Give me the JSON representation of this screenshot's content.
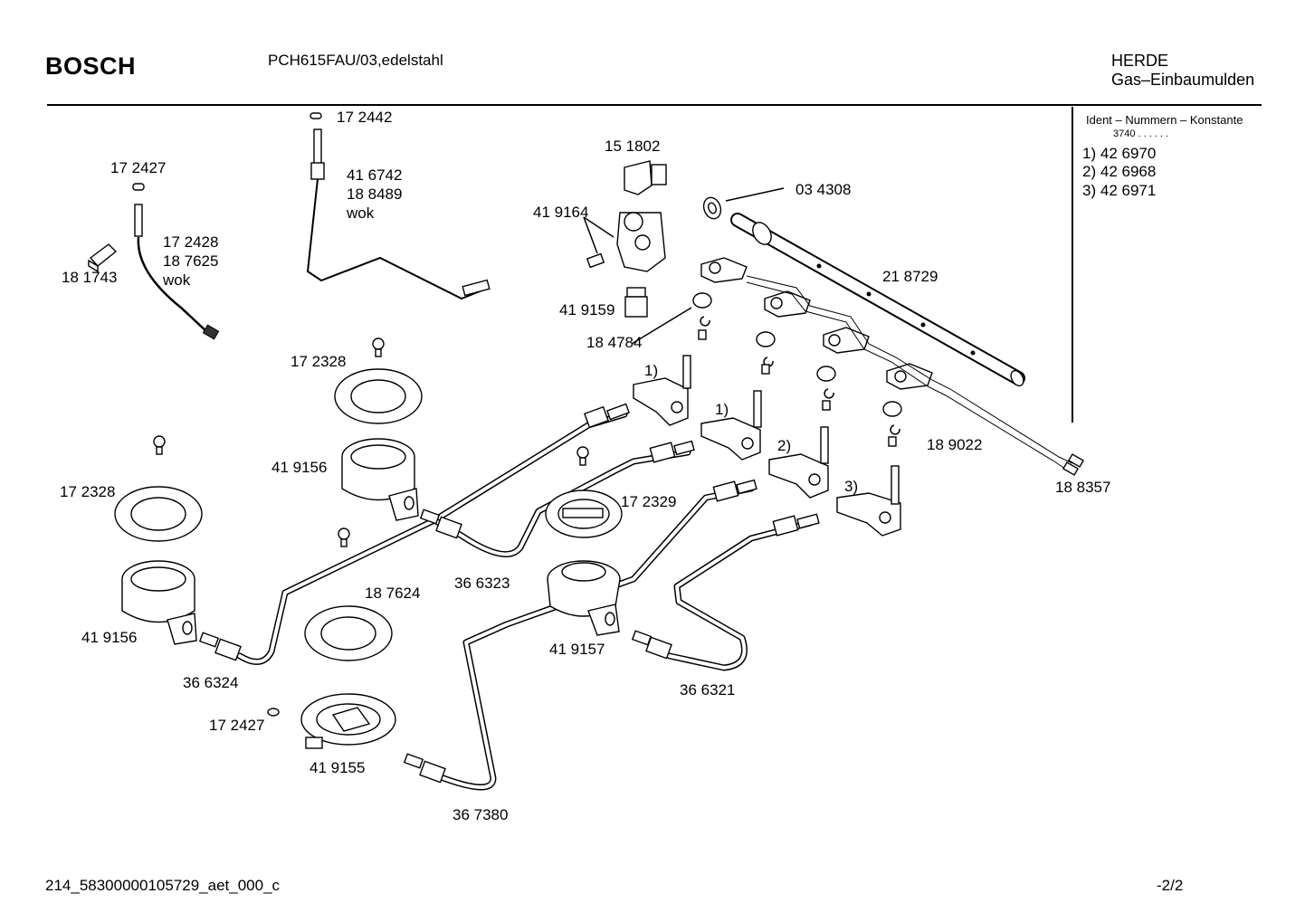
{
  "header": {
    "brand": "BOSCH",
    "model": "PCH615FAU/03,edelstahl",
    "category": "HERDE",
    "subcategory": "Gas–Einbaumulden"
  },
  "ident_box": {
    "heading": "Ident – Nummern – Konstante",
    "constant": "3740 . . . . . .",
    "rows": [
      {
        "key": "1)",
        "value": "42 6970"
      },
      {
        "key": "2)",
        "value": "42 6968"
      },
      {
        "key": "3)",
        "value": "42 6971"
      }
    ]
  },
  "parts": {
    "p172442": "17 2442",
    "p172427a": "17 2427",
    "p416742": "41 6742",
    "p188489": "18 8489",
    "wok_a": "wok",
    "p172428": "17 2428",
    "p187625": "18 7625",
    "wok_b": "wok",
    "p181743": "18 1743",
    "p151802": "15 1802",
    "p419164": "41 9164",
    "p034308": "03 4308",
    "p218729": "21 8729",
    "p419159": "41 9159",
    "p184784": "18 4784",
    "p172328a": "17 2328",
    "mark1a": "1)",
    "mark1b": "1)",
    "mark2": "2)",
    "mark3": "3)",
    "p189022": "18 9022",
    "p188357": "18 8357",
    "p419156a": "41 9156",
    "p172328b": "17 2328",
    "p172329": "17 2329",
    "p366323": "36 6323",
    "p187624": "18 7624",
    "p419156b": "41 9156",
    "p419157": "41 9157",
    "p366324": "36 6324",
    "p366321": "36 6321",
    "p172427b": "17 2427",
    "p419155": "41 9155",
    "p367380": "36 7380"
  },
  "footer": {
    "doc_id": "214_58300000105729_aet_000_c",
    "page": "-2/2"
  }
}
